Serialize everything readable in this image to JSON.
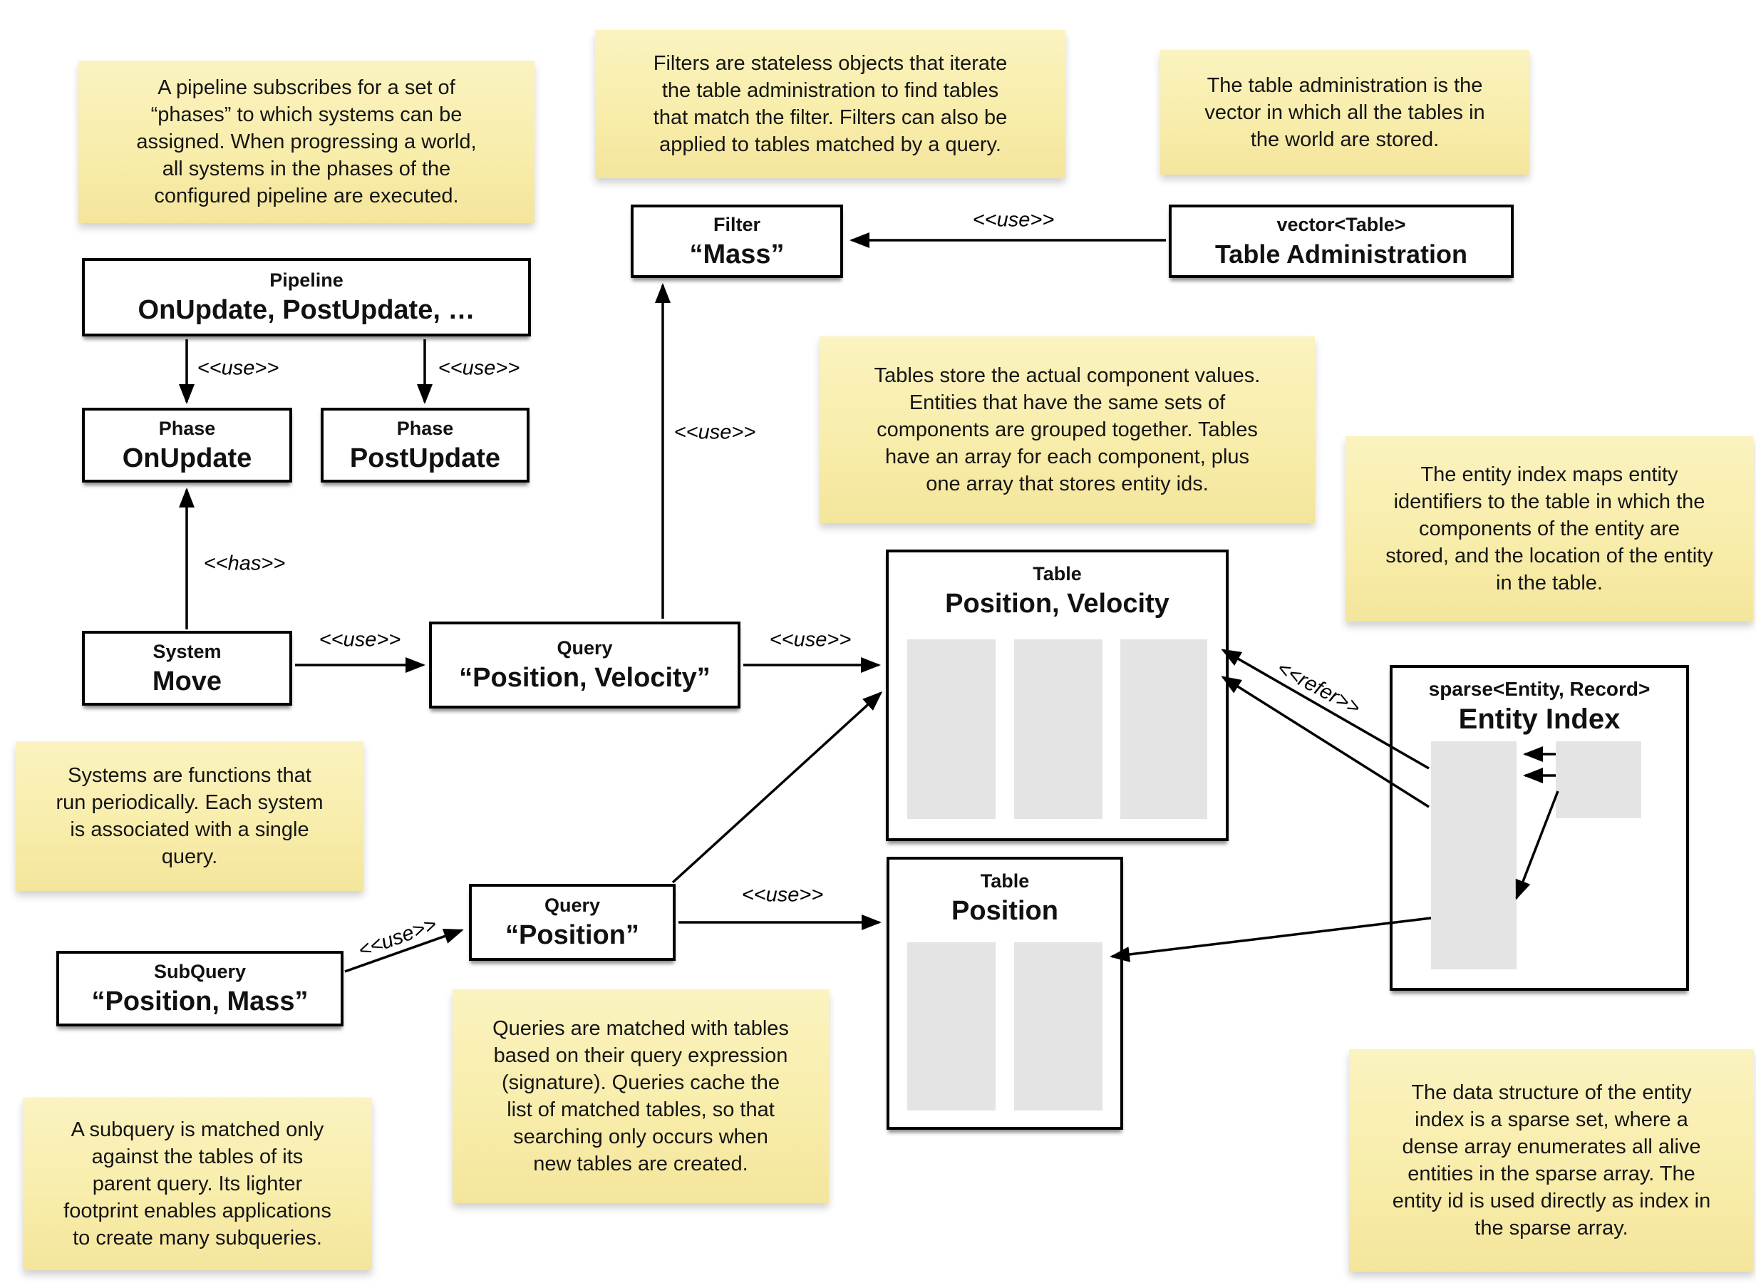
{
  "notes": {
    "pipeline": "A pipeline subscribes for a set of\n“phases” to which systems can be\nassigned. When progressing a world,\nall systems in the phases of the\nconfigured pipeline are executed.",
    "filters": "Filters are stateless objects that iterate\nthe table administration to find tables\nthat match the filter. Filters can also be\napplied to tables matched by a query.",
    "table_admin": "The table administration is the\nvector in which all the tables in\nthe world are stored.",
    "tables": "Tables store the actual component values.\nEntities that have the same sets of\ncomponents are grouped together. Tables\nhave an array for each component, plus\none array that stores entity ids.",
    "entity_index": "The entity index maps entity\nidentifiers to the table in which the\ncomponents of the entity are\nstored, and the location of the entity\nin the table.",
    "systems": "Systems are functions that\nrun periodically. Each system\nis associated with a single\nquery.",
    "queries": "Queries are matched with tables\nbased on their query expression\n(signature). Queries cache the\nlist of matched tables, so that\nsearching only occurs when\nnew tables are created.",
    "subquery": "A subquery is matched only\nagainst the tables of its\nparent query. Its lighter\nfootprint enables applications\nto create many subqueries.",
    "sparse_set": "The data structure of the entity\nindex is a sparse set, where a\ndense array enumerates all alive\nentities in the sparse array. The\nentity id is used directly as index in\nthe sparse array."
  },
  "boxes": {
    "pipeline": {
      "stereotype": "Pipeline",
      "name": "OnUpdate, PostUpdate, …"
    },
    "phase_onupdate": {
      "stereotype": "Phase",
      "name": "OnUpdate"
    },
    "phase_postupdate": {
      "stereotype": "Phase",
      "name": "PostUpdate"
    },
    "system_move": {
      "stereotype": "System",
      "name": "Move"
    },
    "query_position_velocity": {
      "stereotype": "Query",
      "name": "“Position, Velocity”"
    },
    "filter_mass": {
      "stereotype": "Filter",
      "name": "“Mass”"
    },
    "table_administration": {
      "stereotype": "vector<Table>",
      "name": "Table Administration"
    },
    "table_position_velocity": {
      "stereotype": "Table",
      "name": "Position, Velocity"
    },
    "table_position": {
      "stereotype": "Table",
      "name": "Position"
    },
    "query_position": {
      "stereotype": "Query",
      "name": "“Position”"
    },
    "subquery_position_mass": {
      "stereotype": "SubQuery",
      "name": "“Position, Mass”"
    },
    "entity_index": {
      "stereotype": "sparse<Entity, Record>",
      "name": "Entity Index"
    }
  },
  "edge_labels": {
    "use_pipeline_onupdate": "<<use>>",
    "use_pipeline_postupdate": "<<use>>",
    "has_system_phase": "<<has>>",
    "use_system_query": "<<use>>",
    "use_query_filter": "<<use>>",
    "use_admin_filter": "<<use>>",
    "use_querypv_table": "<<use>>",
    "use_subquery_query": "<<use>>",
    "use_querypos_table": "<<use>>",
    "refer_entityindex_table": "<<refer>>"
  },
  "colors": {
    "note_bg_top": "#FBF3C0",
    "note_bg_bottom": "#F4E59C",
    "box_border": "#000000",
    "gray_fill": "#E4E4E4",
    "background": "#FFFFFF"
  }
}
